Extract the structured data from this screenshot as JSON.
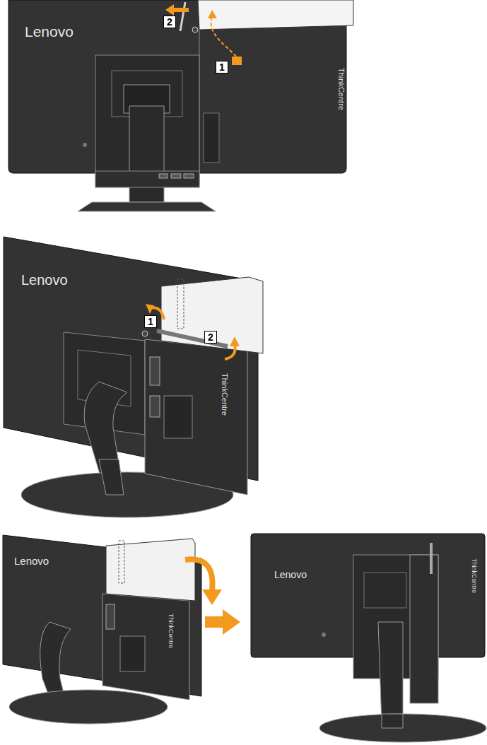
{
  "diagram": {
    "labels": [
      "Lenovo",
      "2",
      "1",
      "ThinkCentre",
      "Lenovo",
      "1",
      "2",
      "ThinkCentre",
      "Lenovo",
      "ThinkCentre",
      "Lenovo",
      "ThinkCentre"
    ]
  }
}
